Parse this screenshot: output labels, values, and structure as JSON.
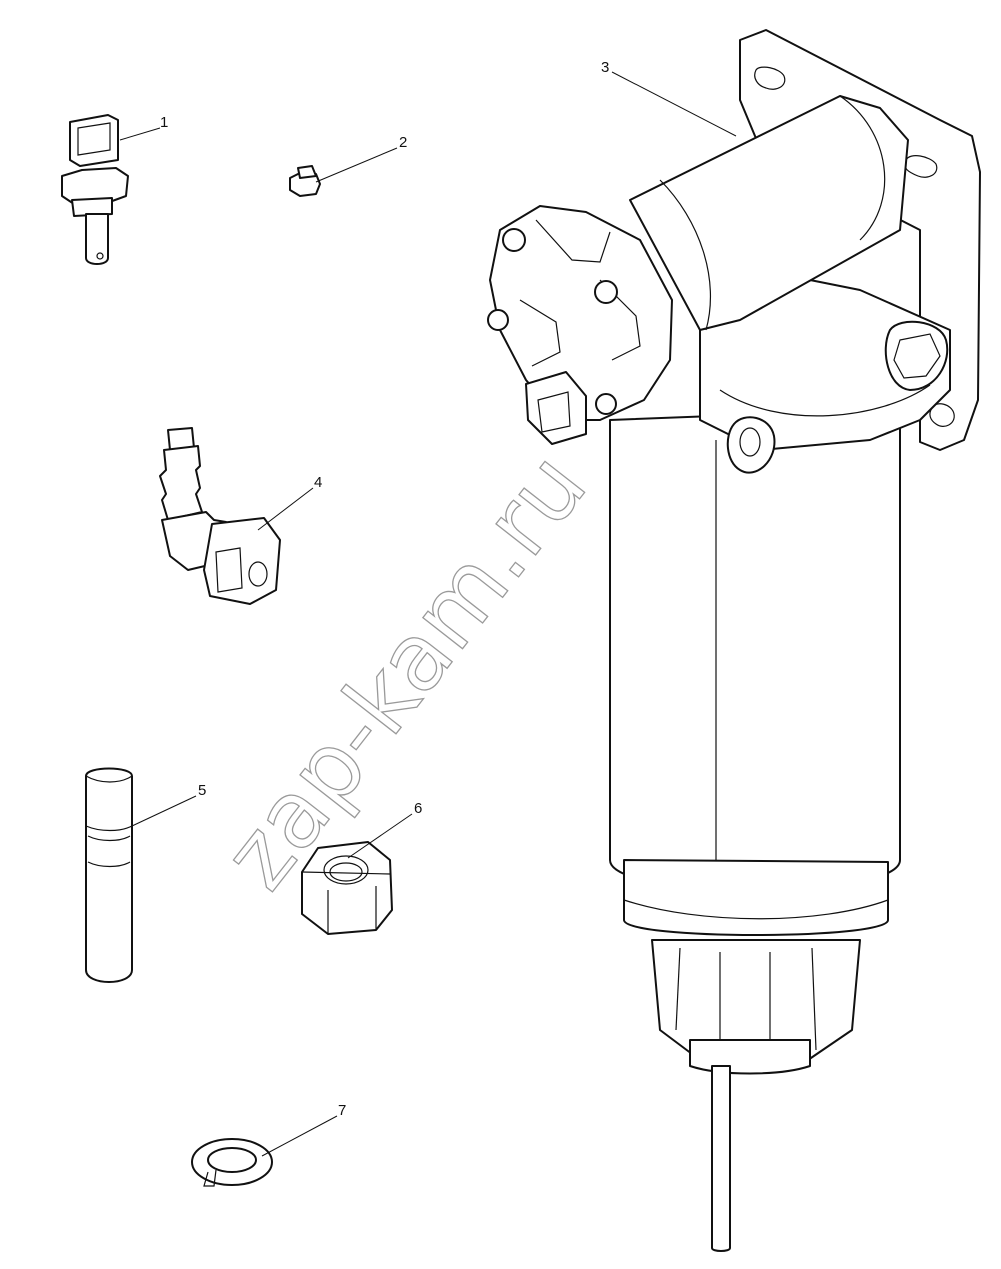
{
  "diagram": {
    "callouts": [
      {
        "id": 1,
        "label": "1"
      },
      {
        "id": 2,
        "label": "2"
      },
      {
        "id": 3,
        "label": "3"
      },
      {
        "id": 4,
        "label": "4"
      },
      {
        "id": 5,
        "label": "5"
      },
      {
        "id": 6,
        "label": "6"
      },
      {
        "id": 7,
        "label": "7"
      }
    ],
    "watermark": "zap-kam.ru"
  }
}
